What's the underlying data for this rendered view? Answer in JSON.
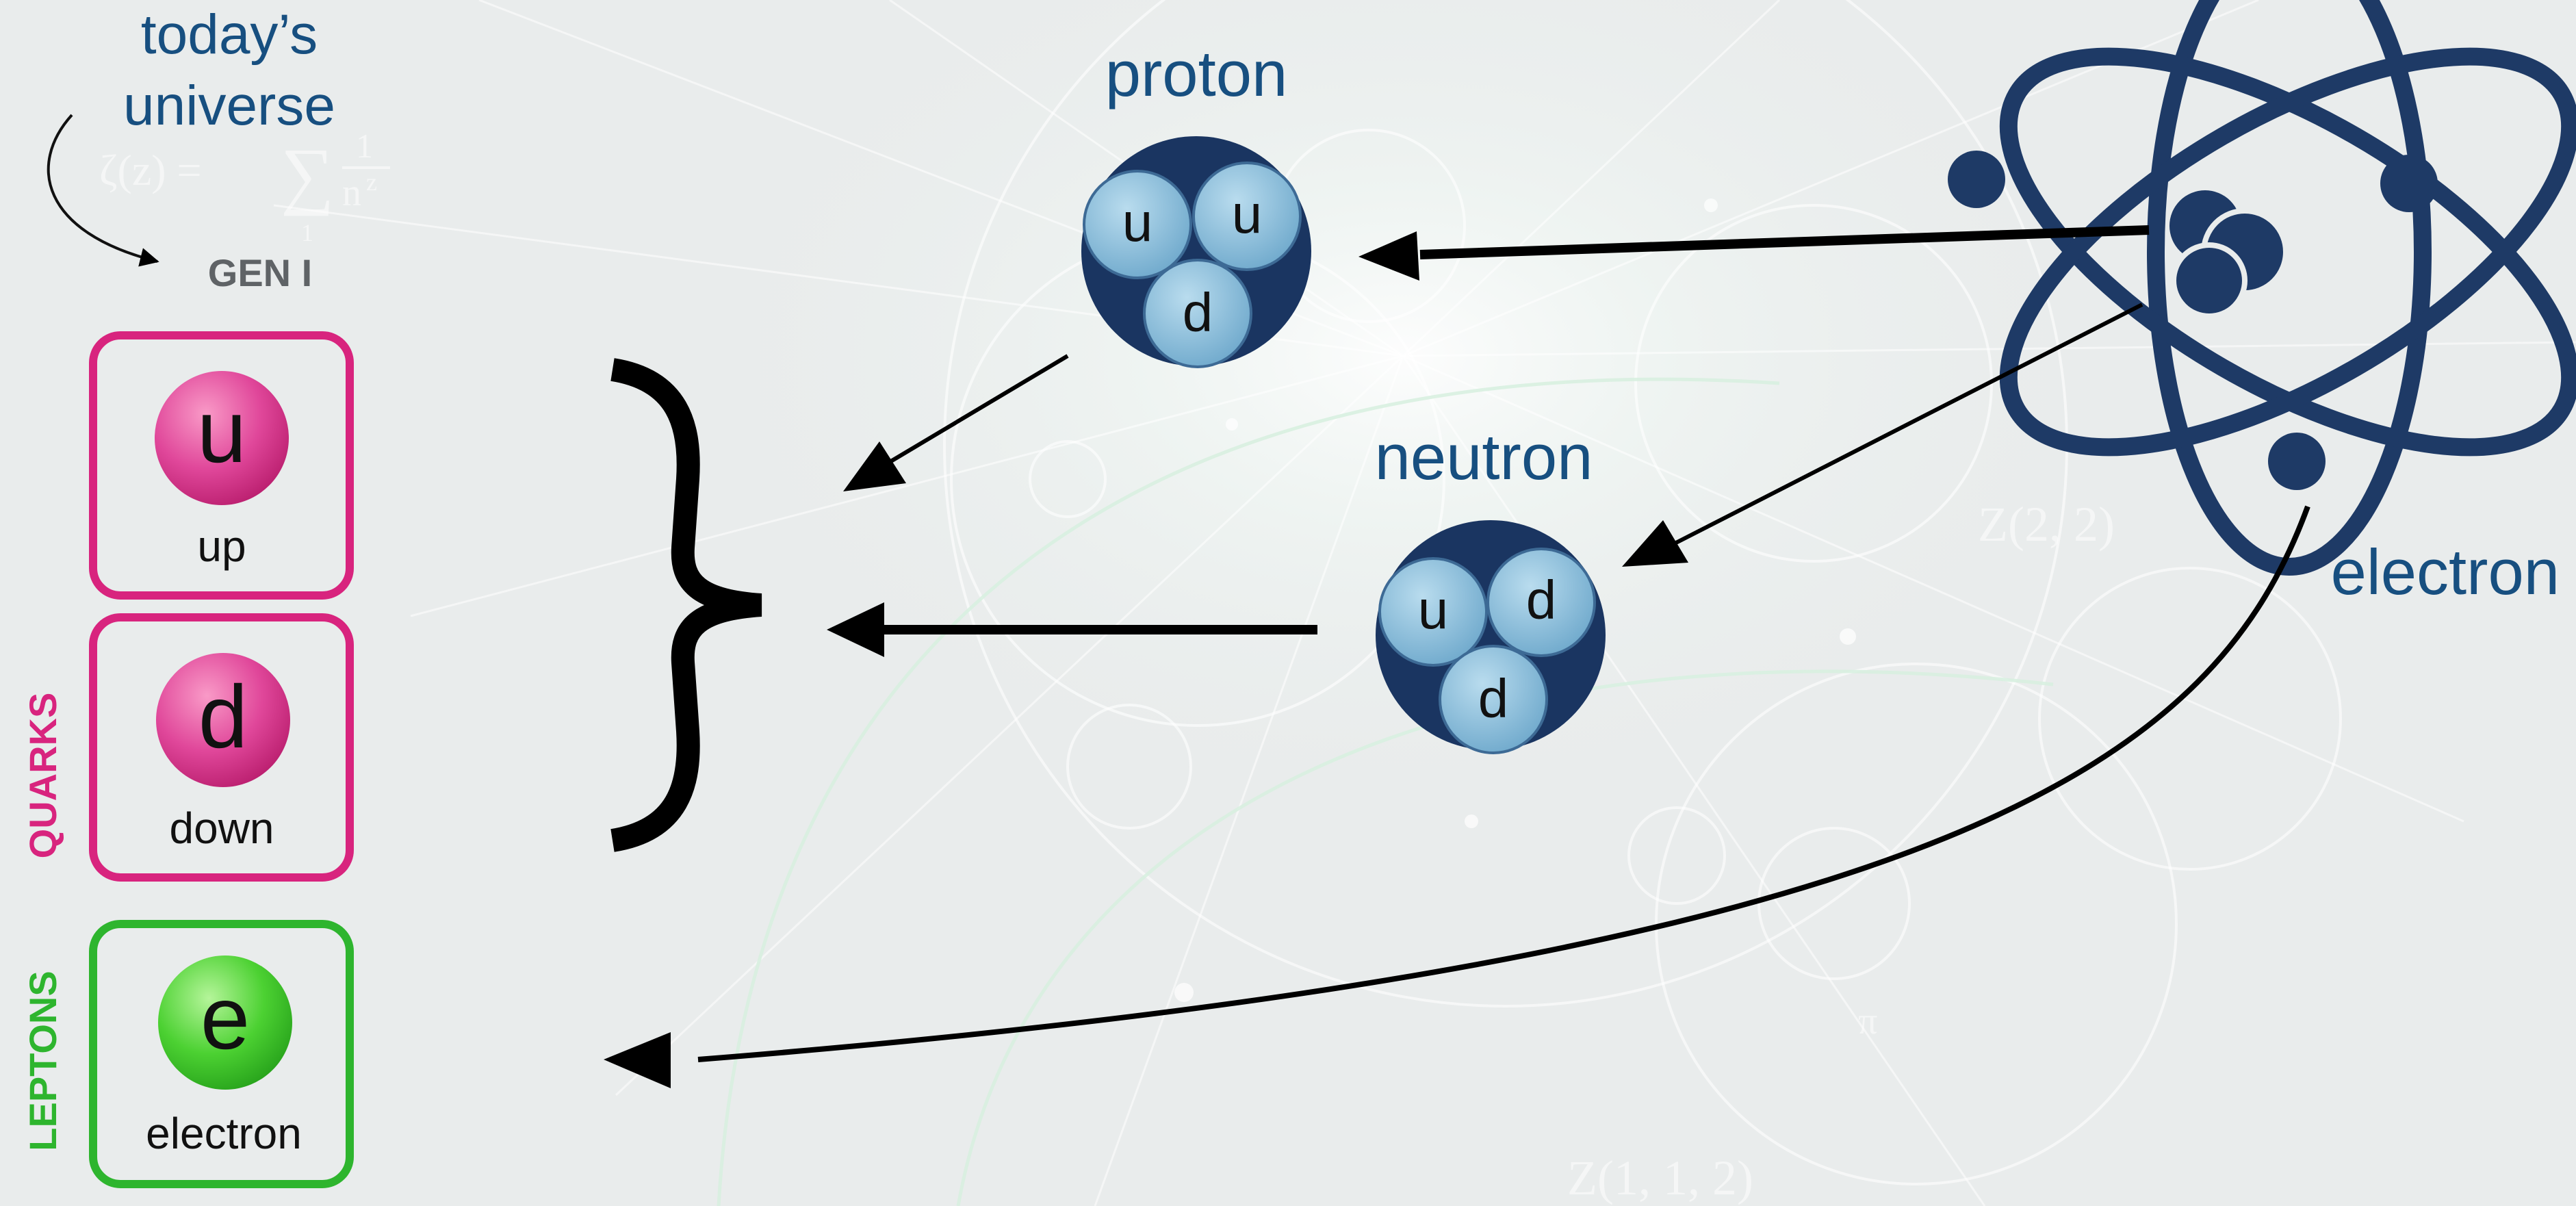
{
  "header": {
    "todays_universe": [
      "today’s",
      "universe"
    ],
    "generation": "GEN I"
  },
  "categories": {
    "quarks": "QUARKS",
    "leptons": "LEPTONS"
  },
  "particles": [
    {
      "symbol": "u",
      "name": "up",
      "family": "quark"
    },
    {
      "symbol": "d",
      "name": "down",
      "family": "quark"
    },
    {
      "symbol": "e",
      "name": "electron",
      "family": "lepton"
    }
  ],
  "hadrons": {
    "proton": {
      "label": "proton",
      "quarks": [
        "u",
        "u",
        "d"
      ]
    },
    "neutron": {
      "label": "neutron",
      "quarks": [
        "u",
        "d",
        "d"
      ]
    }
  },
  "atom": {
    "electron_label": "electron"
  },
  "background_formulas": {
    "zeta_lhs": "ζ(z) =",
    "zeta_sum": "∑",
    "zeta_num": "1",
    "zeta_den": "n",
    "zeta_exp": "z",
    "zeta_lower": "1",
    "z22": "Z(2, 2)",
    "pi": "π",
    "z112": "Z(1, 1, 2)"
  },
  "colors": {
    "quark": "#d8247e",
    "lepton": "#2eb52e",
    "hadron_dark": "#1a3561",
    "quark_ball": "#7fb6d6",
    "title_blue": "#174f80",
    "atom": "#1e3a66",
    "background": "#e9ecec"
  }
}
